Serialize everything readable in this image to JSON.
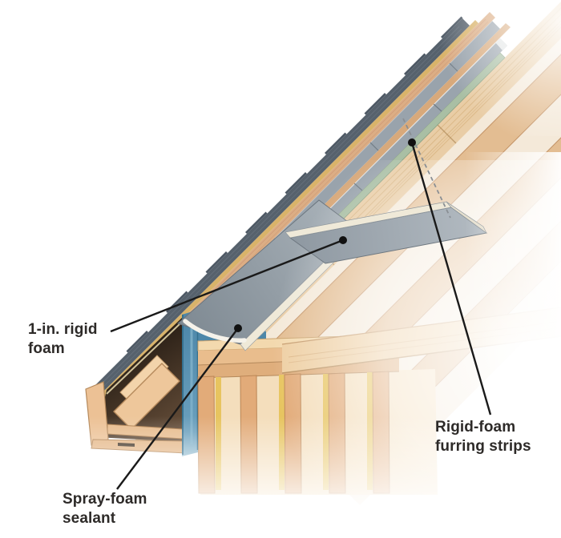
{
  "labels": {
    "rigid_foam": {
      "line1": "1-in. rigid",
      "line2": "foam"
    },
    "spray_foam": {
      "line1": "Spray-foam",
      "line2": "sealant"
    },
    "furring": {
      "line1": "Rigid-foam",
      "line2": "furring strips"
    }
  },
  "colors": {
    "shingles": "#56616c",
    "drip_edge_yellow": "#d9b36a",
    "sheathing_wood": "#dcae85",
    "rigid_foam_gray": "#99a3ac",
    "foam_edge_cream": "#efe9d8",
    "furring_green": "#a9bfa4",
    "roof_boards": "#e9cda6",
    "wall_sheathing_blue": "#5c93b2",
    "spray_foam_white": "#f5f2ea",
    "insulation_yellow": "#e7c45f",
    "framing_wood": "#e2ab79",
    "label_text": "#2d2a28",
    "leader_line": "#1a1a1a"
  }
}
